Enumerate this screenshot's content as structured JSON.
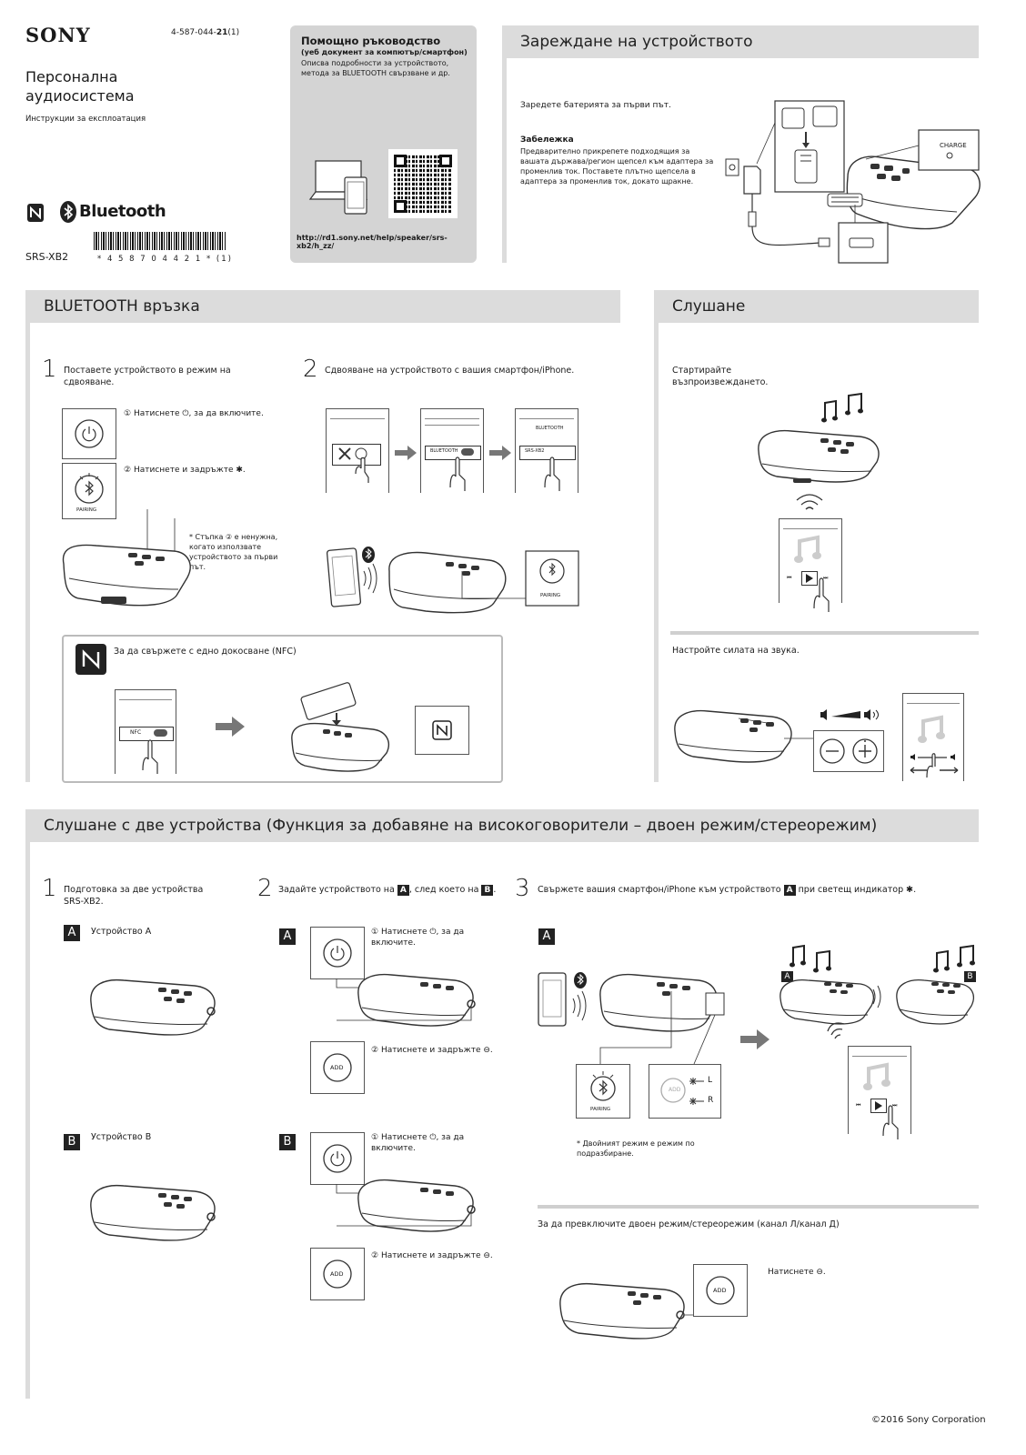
{
  "header": {
    "brand": "SONY",
    "part_no_prefix": "4-587-044-",
    "part_no_bold": "21",
    "part_no_suffix": "(1)",
    "title_line1": "Персонална",
    "title_line2": "аудиосистема",
    "subtitle": "Инструкции за експлоатация",
    "bluetooth_label": "Bluetooth",
    "model": "SRS-XB2",
    "barcode_digits": "* 4 5 8 7 0 4 4 2 1 * (1)"
  },
  "help_guide": {
    "title": "Помощно ръководство",
    "subtitle": "(уеб документ за компютър/смартфон)",
    "desc": "Описва подробности за устройството, метода за BLUETOOTH свързване и др.",
    "url": "http://rd1.sony.net/help/speaker/srs-xb2/h_zz/"
  },
  "charging": {
    "title": "Зареждане на устройството",
    "text": "Заредете батерията за първи път.",
    "note_title": "Забележка",
    "note_text": "Предварително прикрепете подходящия за вашата държава/регион щепсел към адаптера за променлив ток. Поставете плътно щепсела в адаптера за променлив ток, докато щракне.",
    "charge_label": "CHARGE"
  },
  "bluetooth": {
    "title": "BLUETOOTH връзка",
    "step1_num": "1",
    "step1_text": "Поставете устройството в режим на сдвояване.",
    "sub1_num": "①",
    "sub1_text": "Натиснете ⏻, за да включите.",
    "sub2_num": "②",
    "sub2_text": "Натиснете и задръжте ✱.",
    "pairing": "PAIRING",
    "note": "* Стъпка ② е ненужна, когато използвате устройството за първи път.",
    "step2_num": "2",
    "step2_text": "Сдвояване на устройството с вашия смартфон/iPhone.",
    "screen_bt": "BLUETOOTH",
    "screen_model": "SRS-XB2",
    "nfc_text": "За да свържете с едно докосване (NFC)",
    "nfc_label": "NFC"
  },
  "listening": {
    "title": "Слушане",
    "start_text": "Стартирайте възпроизвеждането.",
    "volume_text": "Настройте силата на звука."
  },
  "two_devices": {
    "title": "Слушане с две устройства (Функция за добавяне на високоговорители – двоен режим/стереорежим)",
    "step1_num": "1",
    "step1_text": "Подготовка за две устройства SRS-XB2.",
    "device_a_badge": "A",
    "device_a": "Устройство A",
    "device_b_badge": "B",
    "device_b": "Устройство B",
    "step2_num": "2",
    "step2_pre": "Задайте устройството на",
    "step2_mid": ", след което на",
    "step2_end": ".",
    "power_text": "Натиснете ⏻, за да включите.",
    "add_text": "Натиснете и задръжте ⊖.",
    "add_label": "ADD",
    "step3_num": "3",
    "step3_pre": "Свържете вашия смартфон/iPhone към устройството",
    "step3_end": "при светещ индикатор ✱.",
    "label_l": "L",
    "label_r": "R",
    "dual_note": "* Двойният режим е режим по подразбиране.",
    "switch_text": "За да превключите двоен режим/стереорежим (канал Л/канал Д)",
    "press_text": "Натиснете ⊖."
  },
  "footer": {
    "copyright": "©2016 Sony Corporation"
  }
}
